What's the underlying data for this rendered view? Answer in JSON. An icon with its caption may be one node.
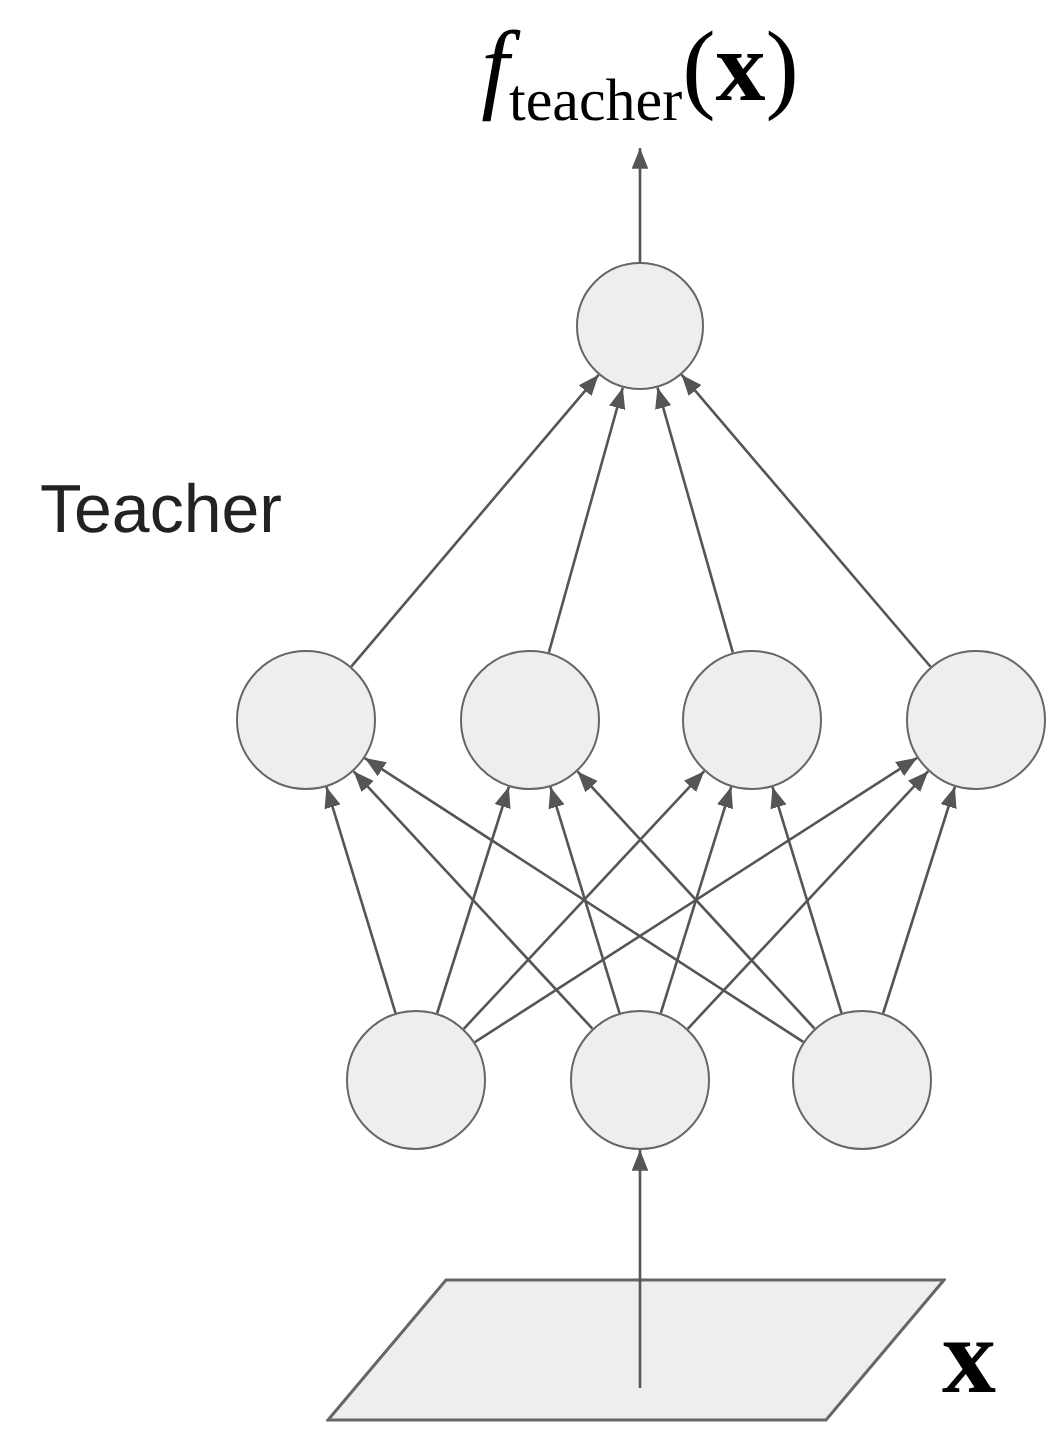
{
  "diagram": {
    "nodes": [
      {
        "text": [
          "*f*$_{teacher}$(**x**)"
        ]
      },
      {
        "text": [],
        "shape": "circle"
      },
      {
        "text": [],
        "shape": "circle"
      },
      {
        "text": [],
        "shape": "circle"
      },
      {
        "text": [],
        "shape": "circle"
      },
      {
        "text": [],
        "shape": "circle"
      },
      {
        "text": [],
        "shape": "circle"
      },
      {
        "text": [],
        "shape": "circle"
      },
      {
        "text": [],
        "shape": "circle"
      },
      {
        "text": [],
        "shape": "parallelogram",
        "beside": [
          "x"
        ]
      }
    ],
    "edges": [
      {
        "from": 1,
        "to": 0,
        "arrow": "to"
      },
      {
        "from": 2,
        "to": 1,
        "arrow": "to"
      },
      {
        "from": 3,
        "to": 1,
        "arrow": "to"
      },
      {
        "from": 4,
        "to": 1,
        "arrow": "to"
      },
      {
        "from": 5,
        "to": 1,
        "arrow": "to"
      },
      {
        "from": 6,
        "to": 2,
        "arrow": "to"
      },
      {
        "from": 6,
        "to": 3,
        "arrow": "to"
      },
      {
        "from": 6,
        "to": 4,
        "arrow": "to"
      },
      {
        "from": 6,
        "to": 5,
        "arrow": "to"
      },
      {
        "from": 7,
        "to": 2,
        "arrow": "to"
      },
      {
        "from": 7,
        "to": 3,
        "arrow": "to"
      },
      {
        "from": 7,
        "to": 4,
        "arrow": "to"
      },
      {
        "from": 7,
        "to": 5,
        "arrow": "to"
      },
      {
        "from": 8,
        "to": 2,
        "arrow": "to"
      },
      {
        "from": 8,
        "to": 3,
        "arrow": "to"
      },
      {
        "from": 8,
        "to": 4,
        "arrow": "to"
      },
      {
        "from": 8,
        "to": 5,
        "arrow": "to"
      },
      {
        "from": 9,
        "to": 7,
        "arrow": "to"
      }
    ],
    "labels": [
      "Teacher"
    ]
  }
}
